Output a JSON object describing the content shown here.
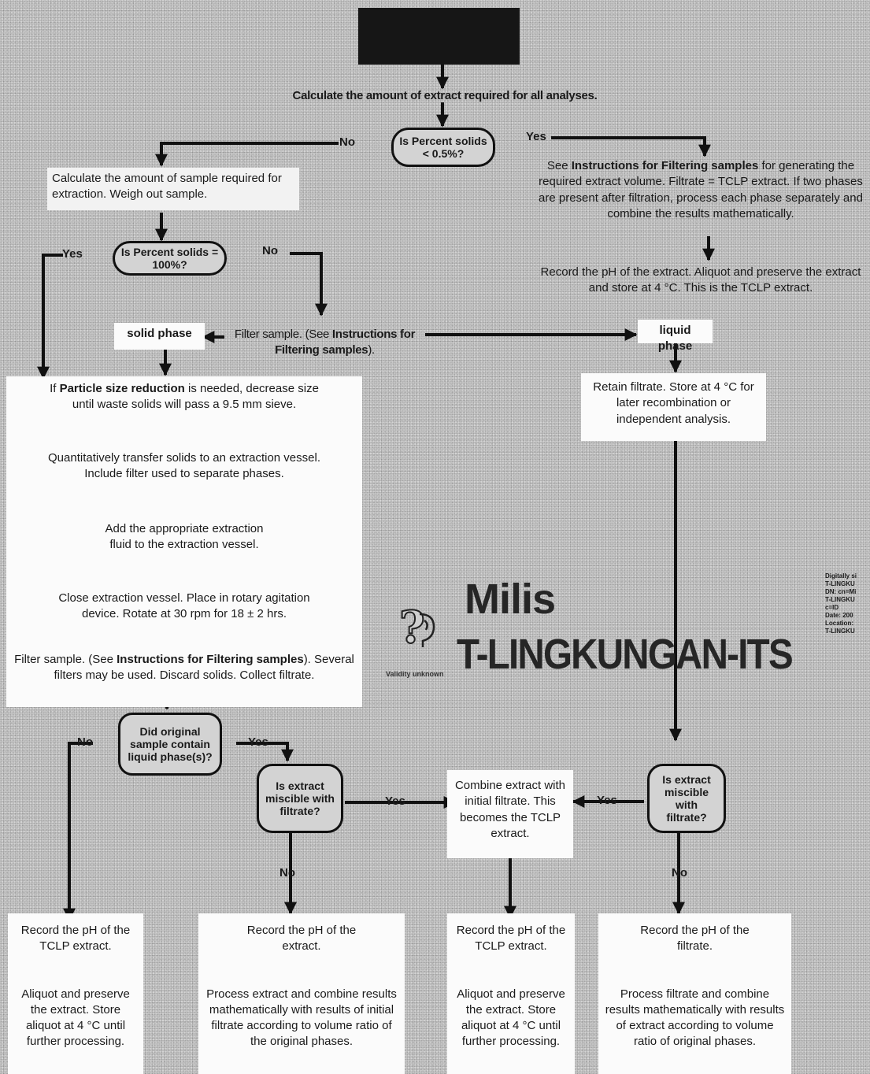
{
  "header": {
    "line1": "",
    "line2": ""
  },
  "top": {
    "calc_extract": "Calculate the amount of extract required for all analyses."
  },
  "decisions": {
    "percent_solids_low": "Is Percent solids < 0.5%?",
    "percent_solids_100": "Is Percent solids = 100%?",
    "original_liquid": "Did original sample contain liquid phase(s)?",
    "miscible_left": "Is extract miscible with filtrate?",
    "miscible_right": "Is extract miscible with filtrate?"
  },
  "labels": {
    "yes": "Yes",
    "no": "No"
  },
  "right_branch": {
    "filter_text_bold": "Instructions for Filtering samples",
    "filter_text_pre": "See ",
    "filter_text_post": " for generating the required extract volume. Filtrate = TCLP extract.  If two phases are present after filtration, process each phase separately and combine the results mathematically.",
    "record_ph": "Record the pH of the extract.  Aliquot and preserve the extract and store at 4 °C. This is the TCLP extract."
  },
  "calc_sample": "Calculate the amount of sample required for extraction.  Weigh out sample.",
  "filter_sample_pre": "Filter sample. (See ",
  "filter_sample_bold": "Instructions for Filtering samples",
  "filter_sample_post": ").",
  "solid_phase": "solid phase",
  "liquid_phase": "liquid phase",
  "retain_filtrate": "Retain filtrate.  Store at 4 °C for later recombination or independent analysis.",
  "steps": {
    "particle_pre": "If ",
    "particle_bold": "Particle size reduction",
    "particle_post": " is needed, decrease size until waste solids will pass a 9.5 mm sieve.",
    "transfer": "Quantitatively transfer solids to an extraction vessel.  Include filter used to separate phases.",
    "add_fluid": "Add the appropriate extraction fluid to the extraction vessel.",
    "close_vessel": "Close extraction vessel.  Place in rotary agitation device.  Rotate at 30 rpm for 18 ± 2 hrs.",
    "filter_pre": "Filter sample. (See ",
    "filter_bold": "Instructions for Filtering samples",
    "filter_post": "). Several filters may be used. Discard solids. Collect filtrate."
  },
  "combine": "Combine extract with initial filtrate. This becomes the TCLP extract.",
  "bottom": {
    "b1_record": "Record the pH of the TCLP extract.",
    "b1_aliquot": "Aliquot and preserve the extract.  Store aliquot at 4 °C until further processing.",
    "b2_record": "Record the pH of the extract.",
    "b2_process": "Process extract and combine results mathematically with results of initial filtrate according to volume ratio of the original phases.",
    "b3_record": "Record the pH of the TCLP extract.",
    "b3_aliquot": "Aliquot and preserve the extract.  Store aliquot at 4 °C until further processing.",
    "b4_record": "Record the pH of the filtrate.",
    "b4_process": "Process filtrate and combine results mathematically with results of extract according to volume ratio of original phases."
  },
  "watermark": {
    "line1": "Milis",
    "line2": "T-LINGKUNGAN-ITS",
    "validity": "Validity unknown",
    "icon": "question-mark-signature-icon",
    "stamp": [
      "Digitally si",
      "T-LINGKU",
      "DN: cn=Mi",
      "T-LINGKU",
      "c=ID",
      "Date: 200",
      "Location:",
      "T-LINGKU"
    ]
  },
  "colors": {
    "box_bg": "#fbfbfb",
    "decision_bg": "#d3d3d3",
    "arrow": "#111111",
    "header": "#161616"
  }
}
